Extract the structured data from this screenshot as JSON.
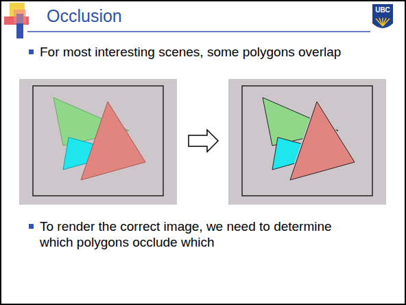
{
  "diagram": {
    "title": "Occlusion",
    "labels": [
      "For most interesting scenes, some polygons overlap",
      "To render the correct image, we need to determine which polygons occlude which",
      "UBC"
    ]
  }
}
